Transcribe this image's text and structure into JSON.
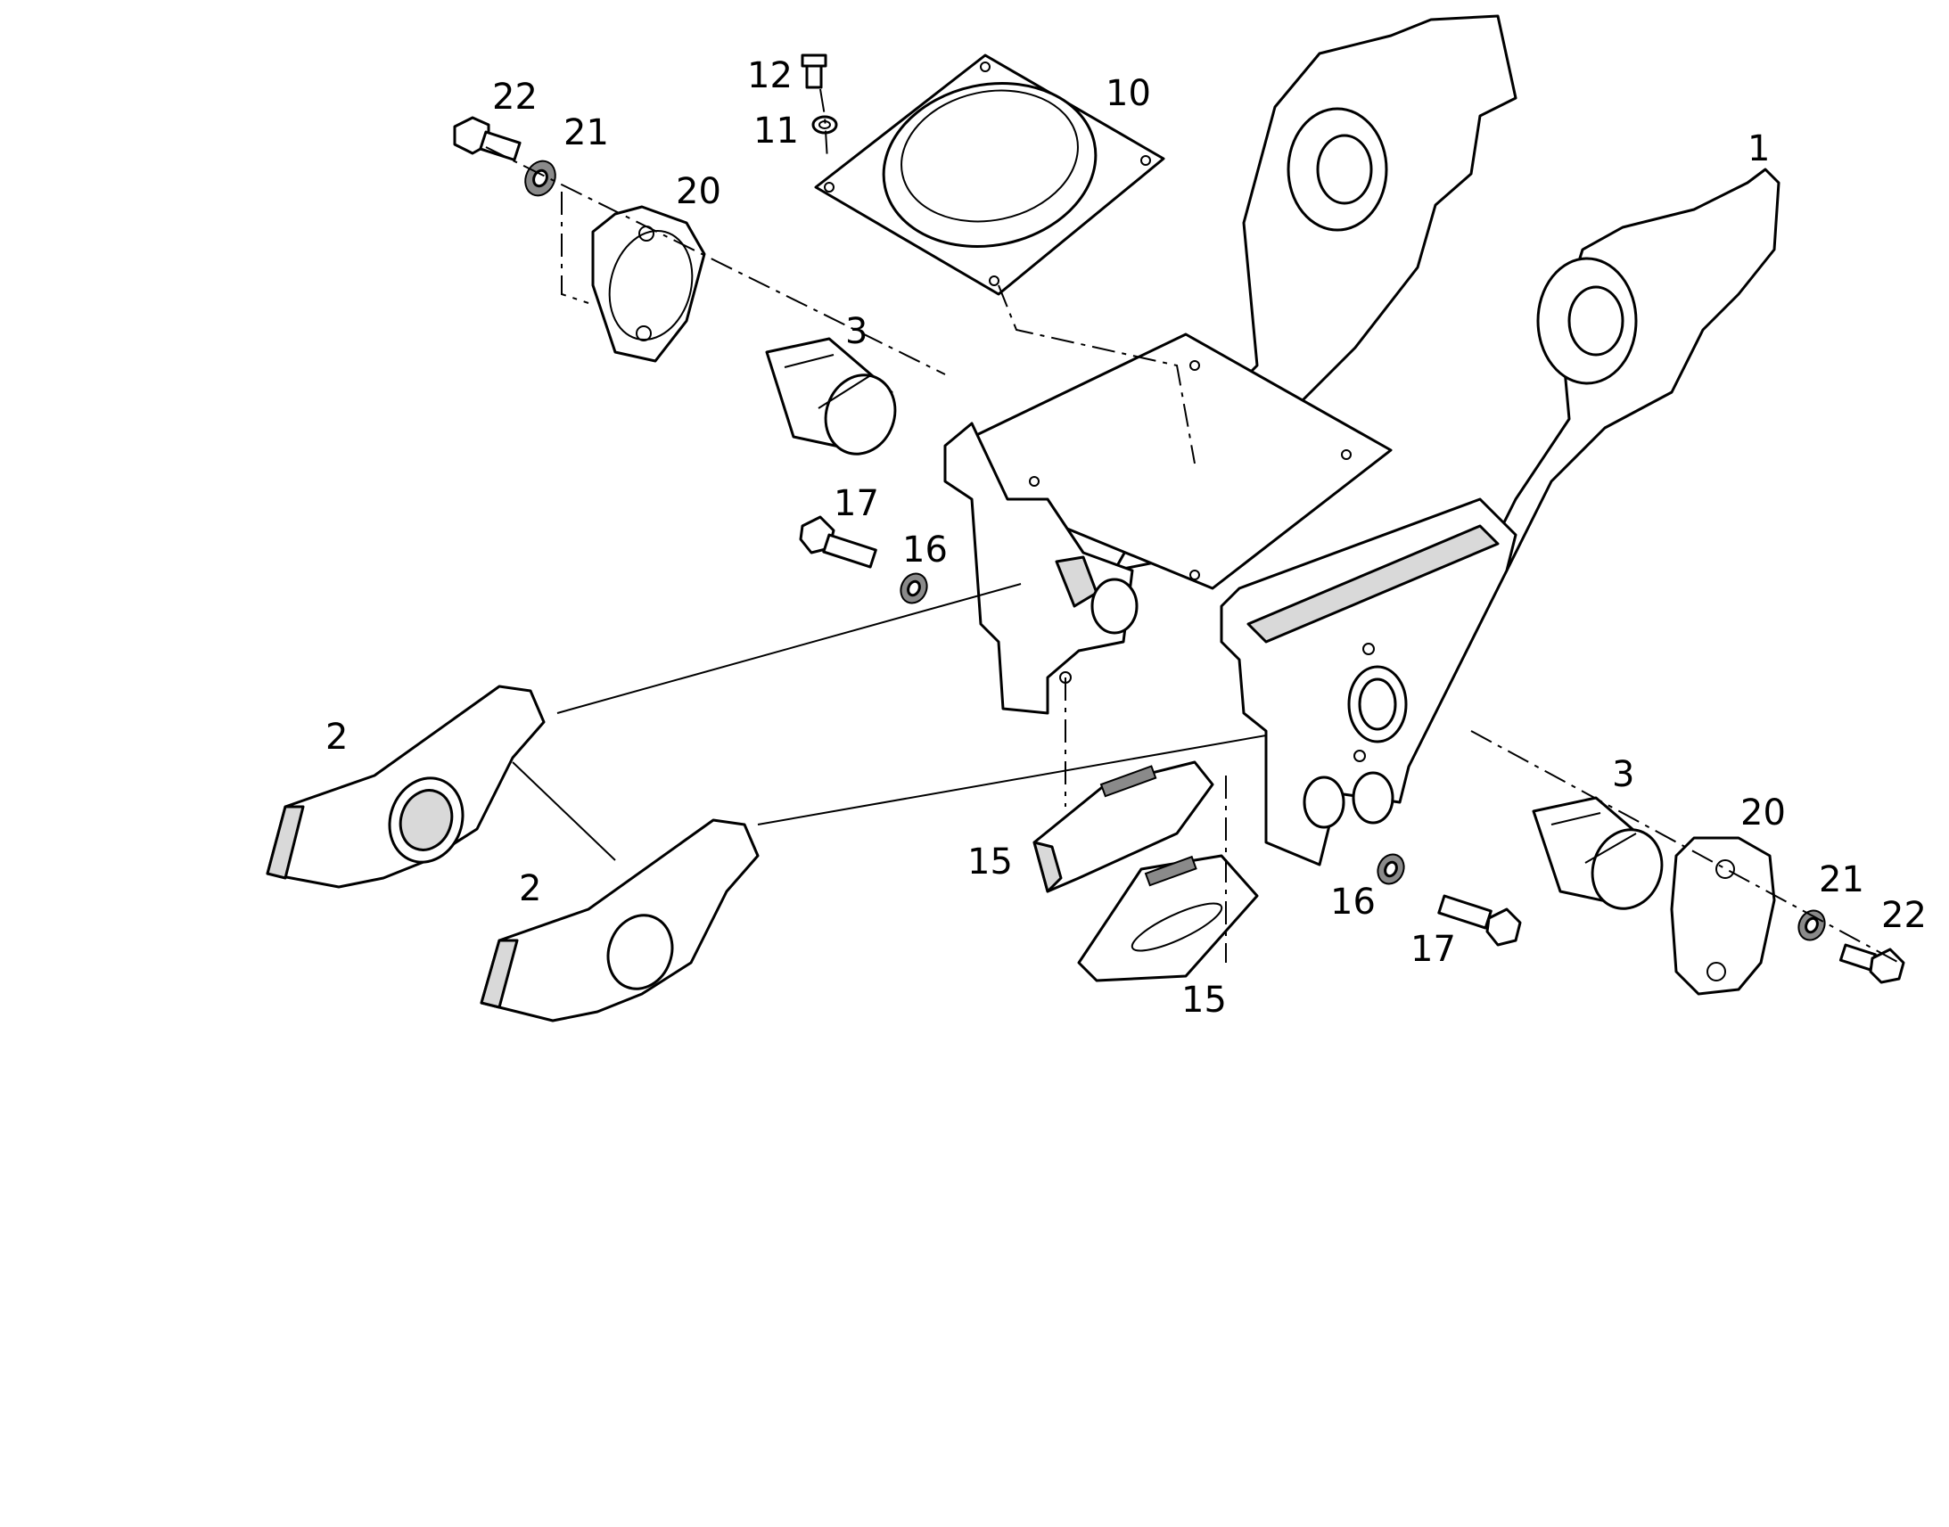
{
  "diagram": {
    "callouts": [
      {
        "id": "c-1",
        "text": "1"
      },
      {
        "id": "c-2a",
        "text": "2"
      },
      {
        "id": "c-2b",
        "text": "2"
      },
      {
        "id": "c-3a",
        "text": "3"
      },
      {
        "id": "c-3b",
        "text": "3"
      },
      {
        "id": "c-10",
        "text": "10"
      },
      {
        "id": "c-11",
        "text": "11"
      },
      {
        "id": "c-12",
        "text": "12"
      },
      {
        "id": "c-15a",
        "text": "15"
      },
      {
        "id": "c-15b",
        "text": "15"
      },
      {
        "id": "c-16a",
        "text": "16"
      },
      {
        "id": "c-16b",
        "text": "16"
      },
      {
        "id": "c-17a",
        "text": "17"
      },
      {
        "id": "c-17b",
        "text": "17"
      },
      {
        "id": "c-20a",
        "text": "20"
      },
      {
        "id": "c-20b",
        "text": "20"
      },
      {
        "id": "c-21a",
        "text": "21"
      },
      {
        "id": "c-21b",
        "text": "21"
      },
      {
        "id": "c-22a",
        "text": "22"
      },
      {
        "id": "c-22b",
        "text": "22"
      }
    ],
    "colors": {
      "line": "#000000",
      "background": "#ffffff",
      "shade": "#d9d9d9",
      "dark": "#8a8a8a"
    }
  }
}
